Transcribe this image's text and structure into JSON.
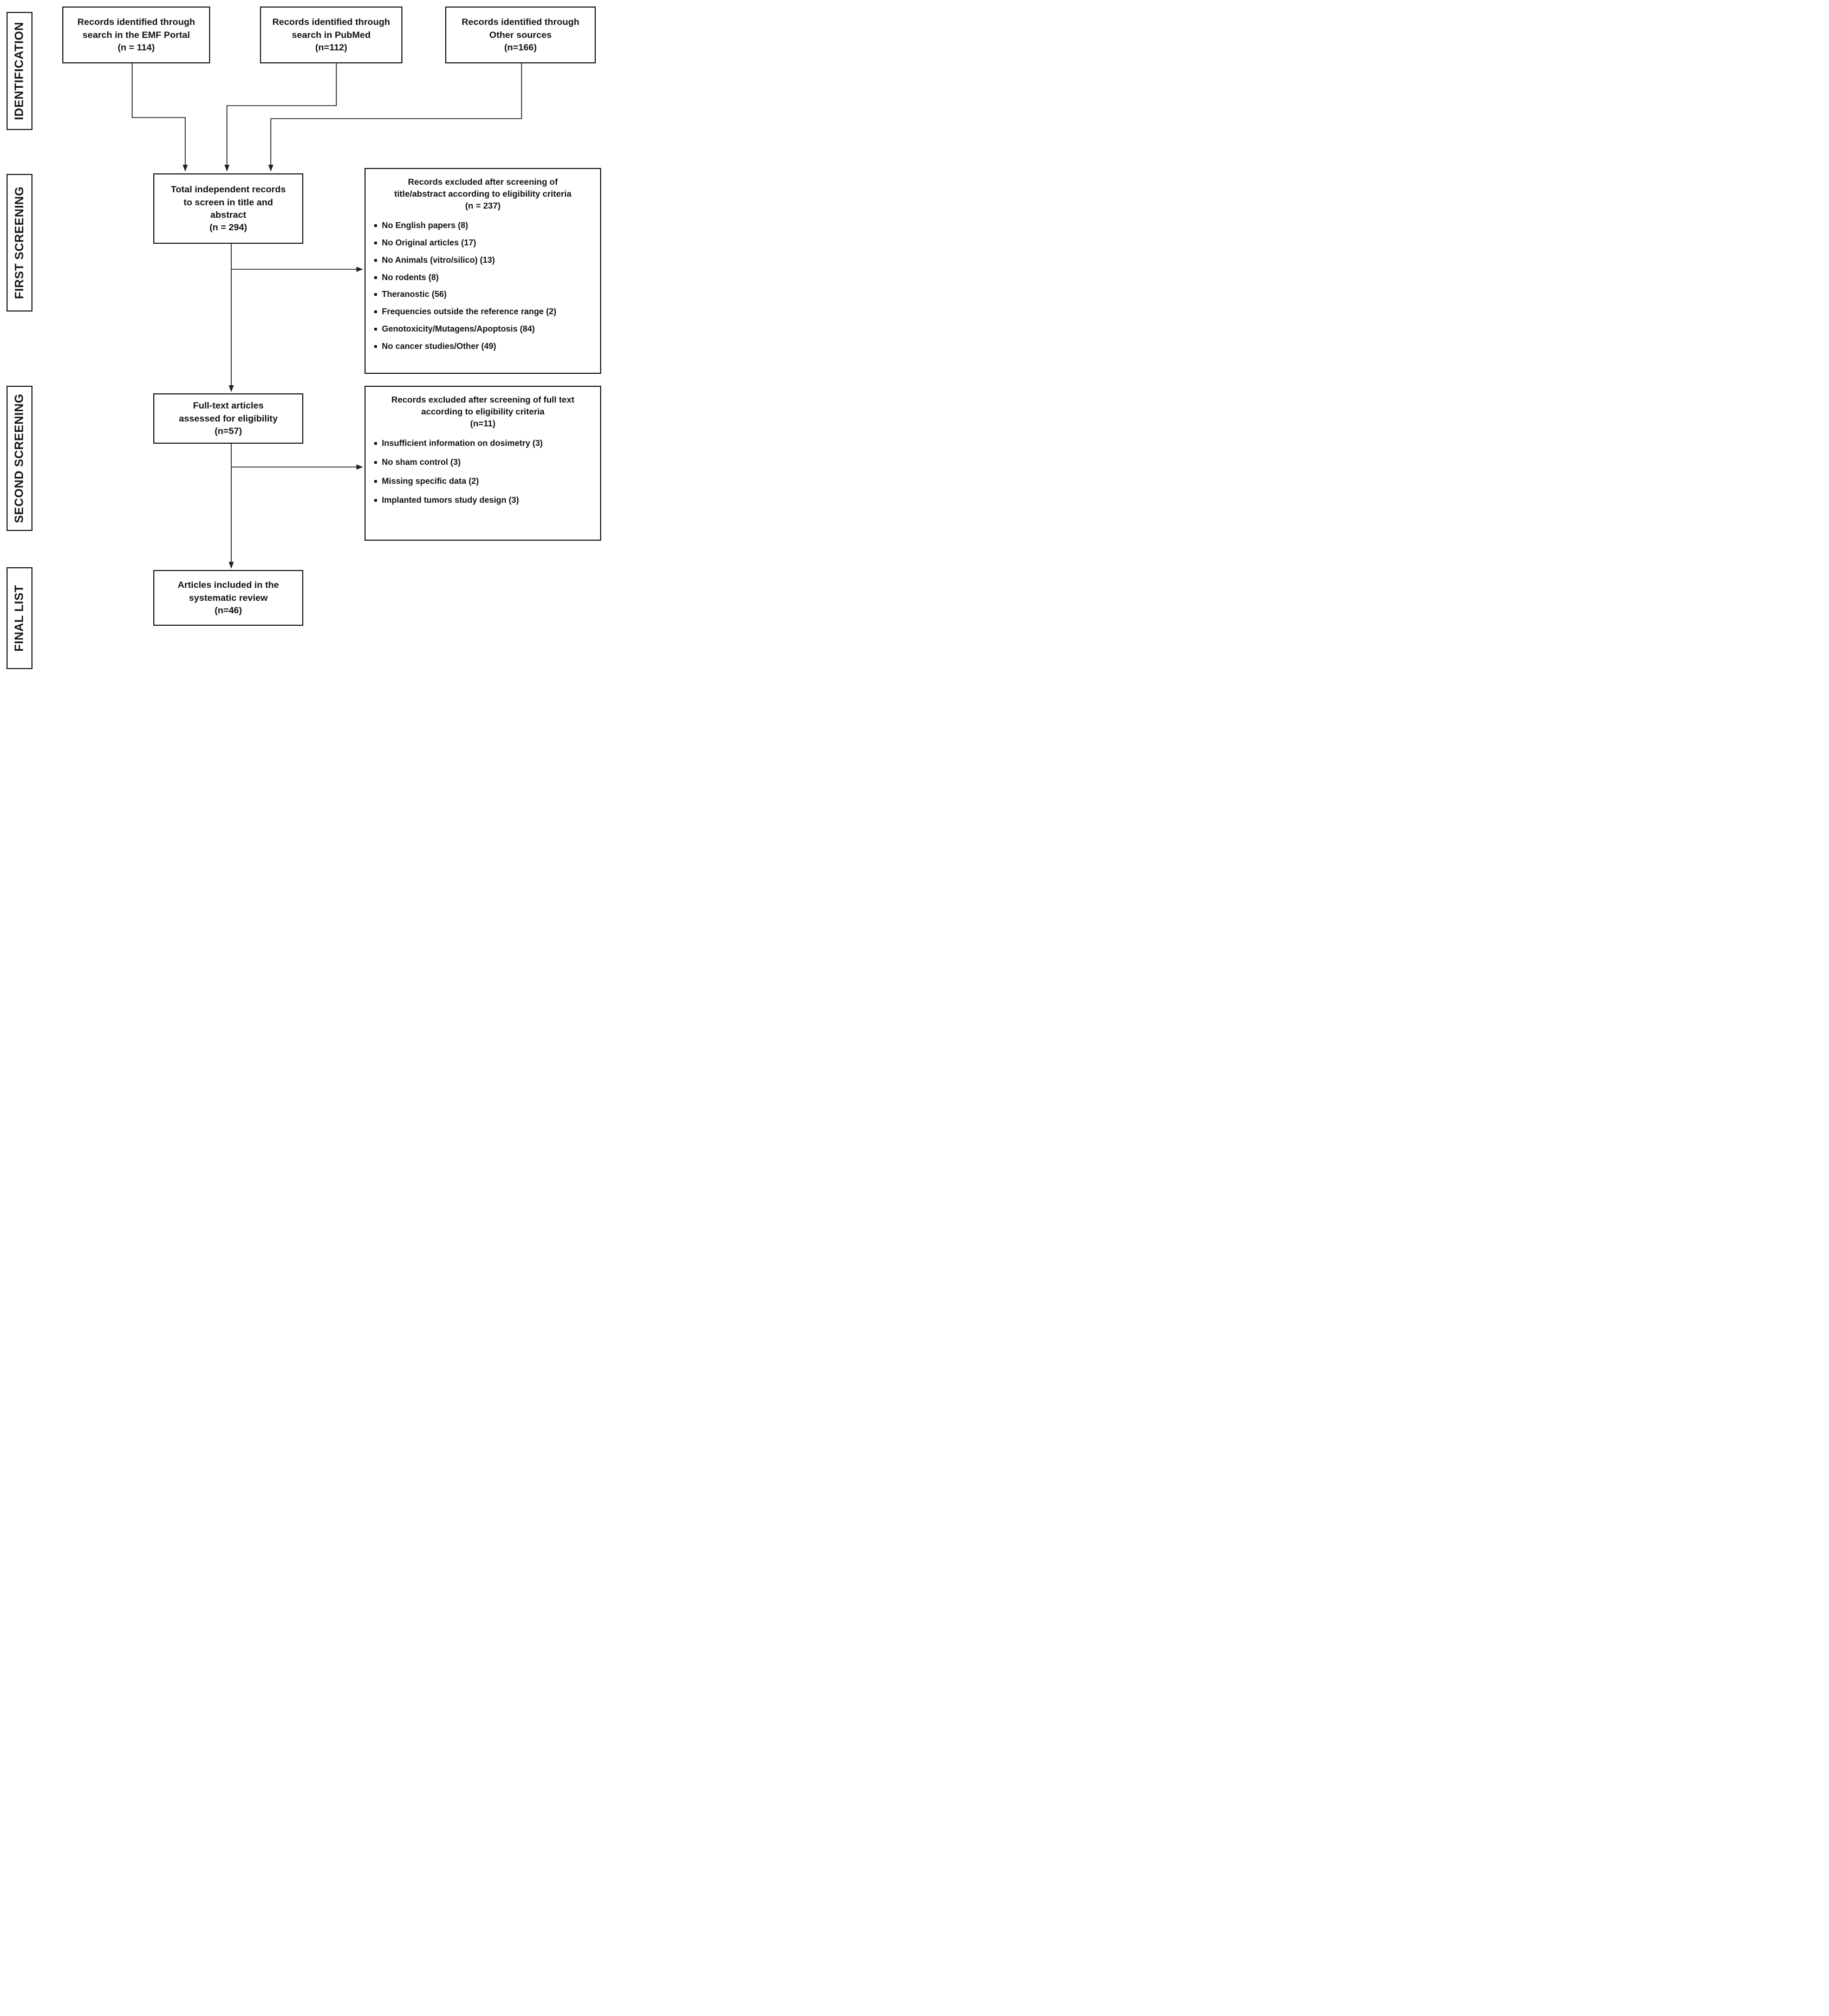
{
  "stages": [
    {
      "label": "IDENTIFICATION"
    },
    {
      "label": "FIRST SCREENING"
    },
    {
      "label": "SECOND SCREENING"
    },
    {
      "label": "FINAL LIST"
    }
  ],
  "boxes": {
    "emf": {
      "lines": [
        "Records identified through",
        "search in the EMF Portal"
      ],
      "count": "(n = 114)"
    },
    "pubmed": {
      "lines": [
        "Records identified through",
        "search in PubMed"
      ],
      "count": "(n=112)"
    },
    "other": {
      "lines": [
        "Records identified through",
        "Other sources"
      ],
      "count": "(n=166)"
    },
    "total": {
      "lines": [
        "Total independent records",
        "to screen in title and",
        "abstract"
      ],
      "count": "(n = 294)"
    },
    "excl1": {
      "title": [
        "Records excluded after screening of",
        "title/abstract according to eligibility criteria"
      ],
      "count": "(n = 237)",
      "items": [
        "No English papers (8)",
        "No Original articles (17)",
        "No Animals (vitro/silico) (13)",
        "No rodents (8)",
        "Theranostic (56)",
        "Frequencies outside the reference range (2)",
        "Genotoxicity/Mutagens/Apoptosis (84)",
        "No cancer studies/Other (49)"
      ]
    },
    "fulltext": {
      "lines": [
        "Full-text articles",
        "assessed for eligibility"
      ],
      "count": "(n=57)"
    },
    "excl2": {
      "title": [
        "Records excluded after screening of full text",
        "according to eligibility criteria"
      ],
      "count": "(n=11)",
      "items": [
        "Insufficient information on dosimetry (3)",
        "No sham control (3)",
        "Missing specific data (2)",
        "Implanted tumors study design (3)"
      ]
    },
    "included": {
      "lines": [
        "Articles included in the",
        "systematic review"
      ],
      "count": "(n=46)"
    }
  },
  "colors": {
    "line": "#222222",
    "border": "#1a1a1a",
    "text": "#111111"
  }
}
